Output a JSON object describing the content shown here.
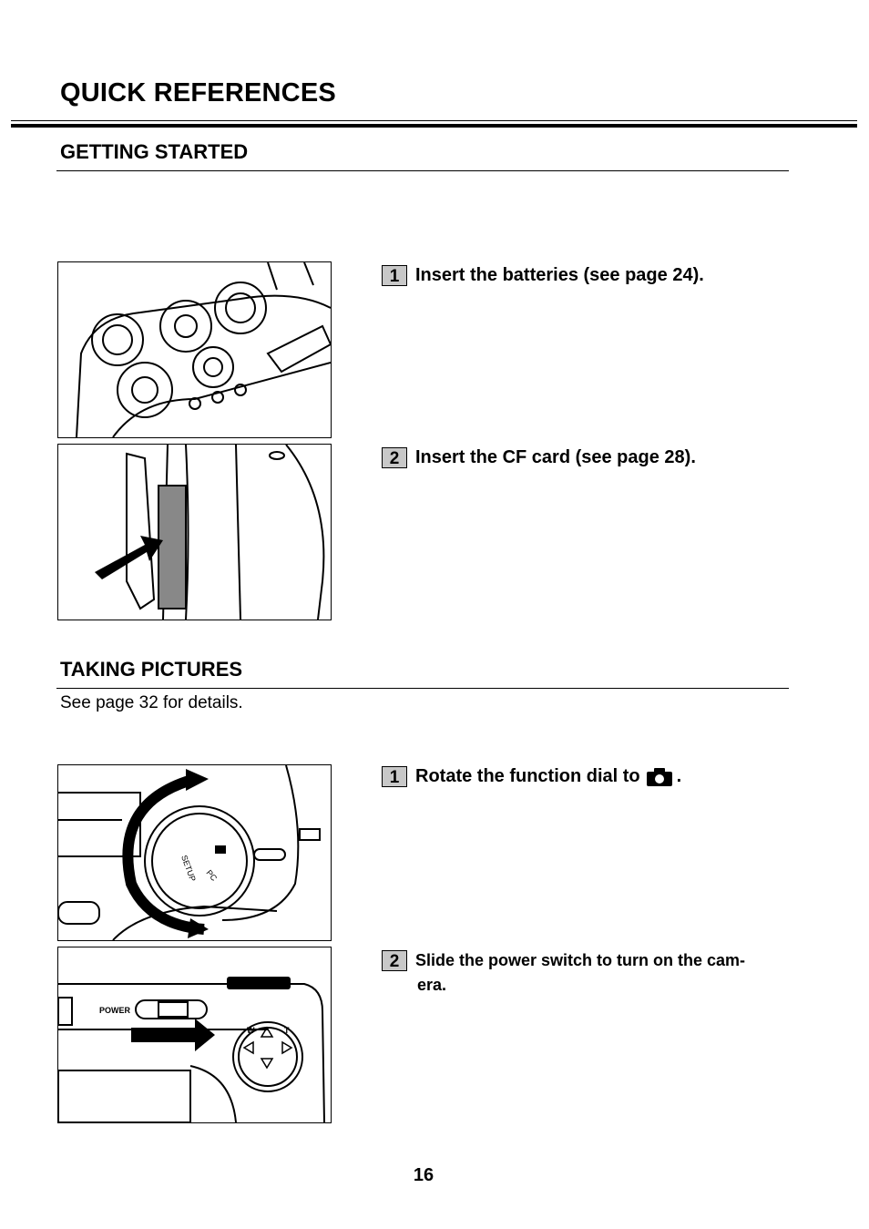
{
  "header": {
    "title": "QUICK REFERENCES"
  },
  "getting_started": {
    "heading": "GETTING STARTED",
    "steps": [
      {
        "number": "1",
        "text": "Insert the batteries (see page 24)."
      },
      {
        "number": "2",
        "text": "Insert the CF card (see page 28)."
      }
    ]
  },
  "taking_pictures": {
    "heading": "TAKING PICTURES",
    "note": "See page 32 for details.",
    "steps": [
      {
        "number": "1",
        "text": "Rotate the function dial to",
        "suffix": ".",
        "icon": "camera-icon"
      },
      {
        "number": "2",
        "text": "Slide the power switch to turn on the cam-",
        "text2": "era."
      }
    ],
    "dial_labels": {
      "setup": "SETUP",
      "pc": "PC"
    },
    "switch_labels": {
      "power": "POWER",
      "w": "W",
      "t": "T"
    }
  },
  "footer": {
    "page_number": "16"
  }
}
